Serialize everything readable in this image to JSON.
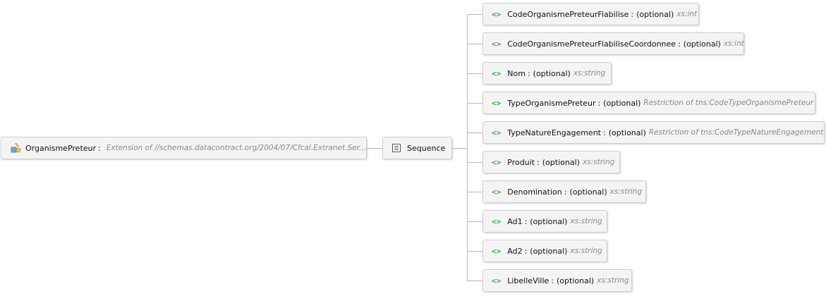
{
  "root": {
    "name": "OrganismePreteur",
    "type": "Extension of  //schemas.datacontract.org/2004/07/Cfcal.Extranet.Ser..."
  },
  "sequence": {
    "label": "Sequence"
  },
  "elements": [
    {
      "name": "CodeOrganismePreteurFiabilise",
      "optional": "(optional)",
      "type": "xs:int"
    },
    {
      "name": "CodeOrganismePreteurFiabiliseCoordonnee",
      "optional": "(optional)",
      "type": "xs:int"
    },
    {
      "name": "Nom",
      "optional": "(optional)",
      "type": "xs:string"
    },
    {
      "name": "TypeOrganismePreteur",
      "optional": "(optional)",
      "type": "Restriction of tns:CodeTypeOrganismePreteur"
    },
    {
      "name": "TypeNatureEngagement",
      "optional": "(optional)",
      "type": "Restriction of tns:CodeTypeNatureEngagement"
    },
    {
      "name": "Produit",
      "optional": "(optional)",
      "type": "xs:string"
    },
    {
      "name": "Denomination",
      "optional": "(optional)",
      "type": "xs:string"
    },
    {
      "name": "Ad1",
      "optional": "(optional)",
      "type": "xs:string"
    },
    {
      "name": "Ad2",
      "optional": "(optional)",
      "type": "xs:string"
    },
    {
      "name": "LibelleVille",
      "optional": "(optional)",
      "type": "xs:string"
    }
  ],
  "colors": {
    "element_icon": "#2fb52f",
    "type_text": "#8a8a8a",
    "connector": "#b8b8b8",
    "node_fill": "#f4f4f4",
    "node_border": "#cfcfcf"
  },
  "icons": {
    "root": "complex-type-extension-icon",
    "sequence": "sequence-icon",
    "element": "element-icon"
  }
}
